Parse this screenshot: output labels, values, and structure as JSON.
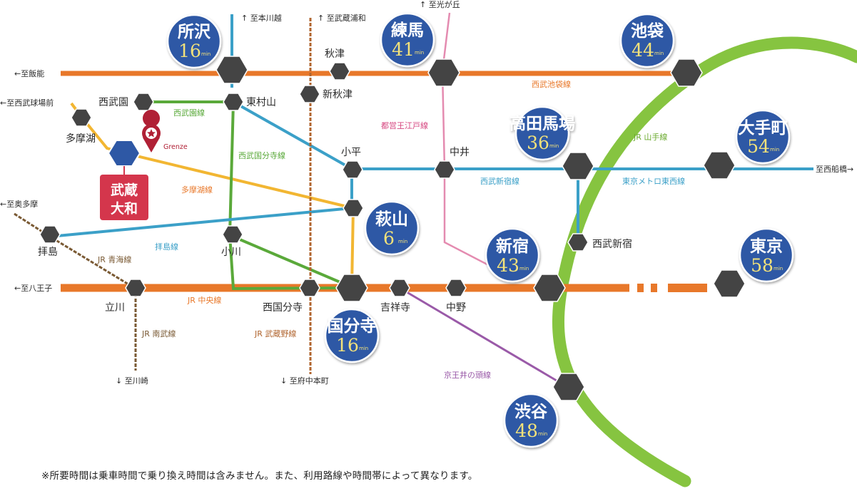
{
  "lines": {
    "seibu_ikebukuro": "西武池袋線",
    "seibu_yamaguchi_tamako": "多摩湖線",
    "seibu_kokubunji": "西武国分寺線",
    "seibu_en": "西武園線",
    "seibu_shinjuku": "西武新宿線",
    "haijima": "拝島線",
    "jr_ome": "JR 青海線",
    "jr_chuo": "JR 中央線",
    "jr_nambu": "JR 南武線",
    "jr_musashino": "JR 武蔵野線",
    "toei_oedo": "都営王江戸線",
    "jr_yamanote": "JR 山手線",
    "tokyo_metro_tozai": "東京メトロ東西線",
    "keio_inokashira": "京王井の頭線"
  },
  "directions": {
    "hon_kawagoe": "↑ 至本川越",
    "musashi_urawa": "↑ 至武蔵浦和",
    "hikarigaoka": "↑ 至光が丘",
    "hanno": "←至飯能",
    "seibu_kyujomae": "←至西武球場前",
    "oku_tama": "←至奥多摩",
    "hachioji": "←至八王子",
    "kawasaki": "↓ 至川崎",
    "fuchu_honmachi": "↓ 至府中本町",
    "nishi_funabashi": "至西船橋→"
  },
  "stations": {
    "akitsu": "秋津",
    "shin_akitsu": "新秋津",
    "seibuen": "西武園",
    "higashimurayama": "東村山",
    "tamako": "多摩湖",
    "kodaira": "小平",
    "nakai": "中井",
    "haijima": "拝島",
    "ogawa": "小川",
    "seibu_shinjuku": "西武新宿",
    "tachikawa": "立川",
    "nishikokubunji": "西国分寺",
    "kichijoji": "吉祥寺",
    "nakano": "中野"
  },
  "destinations": {
    "unit": "min",
    "tokorozawa": {
      "name": "所沢",
      "minutes": "16"
    },
    "nerima": {
      "name": "練馬",
      "minutes": "41"
    },
    "ikebukuro": {
      "name": "池袋",
      "minutes": "44"
    },
    "takadanobaba": {
      "name": "高田馬場",
      "minutes": "36"
    },
    "otemachi": {
      "name": "大手町",
      "minutes": "54"
    },
    "hagiyama": {
      "name": "萩山",
      "minutes": "6"
    },
    "shinjuku": {
      "name": "新宿",
      "minutes": "43"
    },
    "tokyo": {
      "name": "東京",
      "minutes": "58"
    },
    "kokubunji": {
      "name": "国分寺",
      "minutes": "16"
    },
    "shibuya": {
      "name": "渋谷",
      "minutes": "48"
    }
  },
  "home": {
    "line1": "武蔵",
    "line2": "大和",
    "pin_label": "Grenze"
  },
  "colors": {
    "orange": "#e8782a",
    "yellow": "#f2b632",
    "green": "#5aa93a",
    "blue": "#3ba0c8",
    "brown": "#7a5a34",
    "pink": "#e48bb0",
    "purple": "#9a5aa8",
    "yamanote": "#86c440",
    "sign_blue": "#2e58a5",
    "home_red": "#d4364c",
    "station": "#444444"
  },
  "footnote": "※所要時間は乗車時間で乗り換え時間は含みません。また、利用路線や時間帯によって異なります。"
}
